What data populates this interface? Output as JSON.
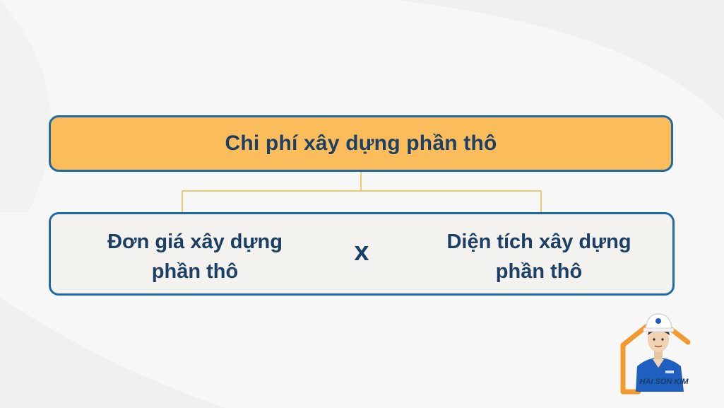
{
  "top_box": {
    "label": "Chi phí xây dựng phần thô"
  },
  "formula": {
    "left_operand_line1": "Đơn giá xây dựng",
    "left_operand_line2": "phần thô",
    "operator": "x",
    "right_operand_line1": "Diện tích xây dựng",
    "right_operand_line2": "phần thô"
  },
  "brand": {
    "name": "HAI SON KIM"
  },
  "colors": {
    "header_fill": "#fbbd5c",
    "border": "#1f6aa5",
    "text": "#1c3f66",
    "connector": "#f4c76b",
    "brand_accent": "#f29a2e"
  }
}
